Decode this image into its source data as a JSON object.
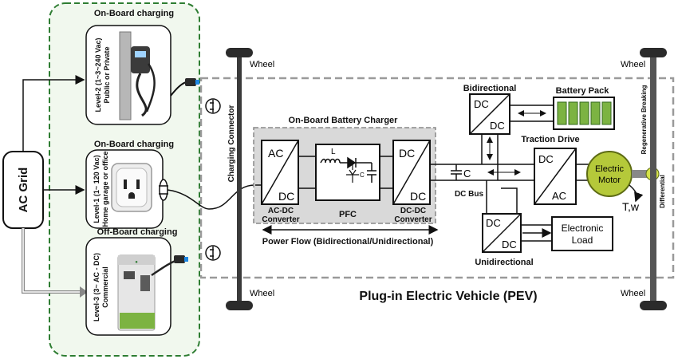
{
  "labels": {
    "ac_grid": "AC Grid",
    "onboard_charging_1": "On-Board charging",
    "onboard_charging_2": "On-Board charging",
    "offboard_charging": "Off-Board charging",
    "level2_line1": "Level-2 (1~3~240 Vac)",
    "level2_line2": "Public or Private",
    "level1_line1": "Level-1 (1~ 120 Vac)",
    "level1_line2": "Home garage or office",
    "level3_line1": "Level-3 (3~ AC - DC)",
    "level3_line2": "Commercial",
    "charging_connector": "Charging Connector",
    "wheel_tl": "Wheel",
    "wheel_bl": "Wheel",
    "wheel_tr": "Wheel",
    "wheel_br": "Wheel",
    "obc_title": "On-Board Battery Charger",
    "ac": "AC",
    "dc": "DC",
    "inductor": "L",
    "cap": "C",
    "acdc_conv_1": "AC-DC",
    "acdc_conv_2": "Converter",
    "pfc": "PFC",
    "dcdc_conv_1": "DC-DC",
    "dcdc_conv_2": "Converter",
    "dc_bus": "DC Bus",
    "bus_cap": "C",
    "bidirectional": "Bidirectional",
    "battery_pack": "Battery Pack",
    "traction_drive": "Traction Drive",
    "electric_motor_1": "Electric",
    "electric_motor_2": "Motor",
    "torque": "T,w",
    "regen": "Regenerative Breaking",
    "differential": "Differential",
    "unidirectional": "Unidirectional",
    "electronic_load_1": "Electronic",
    "electronic_load_2": "Load",
    "power_flow": "Power Flow (Bidirectional/Unidirectional)",
    "pev_title": "Plug-in Electric Vehicle (PEV)"
  },
  "colors": {
    "green_dash": "#2e7d32",
    "panel_bg": "#f1f8ee",
    "obc_bg": "#d9d9d9",
    "battery_cell": "#7cb342",
    "motor": "#b5c93a",
    "motor_stroke": "#5d6b14",
    "wheel": "#3a3a3a",
    "wire": "#111111"
  }
}
